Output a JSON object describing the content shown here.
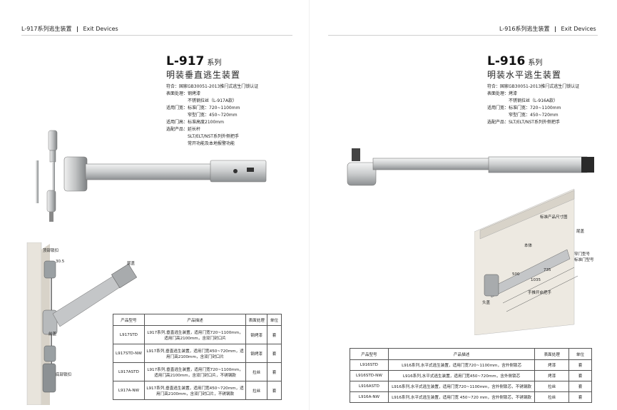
{
  "left_page": {
    "header": {
      "series": "L-917系列逃生装置",
      "separator": "|",
      "section": "Exit Devices"
    },
    "model": "L-917",
    "series_label": "系列",
    "subtitle": "明装垂直逃生装置",
    "specs": [
      "符合：国家GB30051-2013推闩式逃生门锁认证",
      "表面处理：钢烤漆",
      "　　　　　不锈钢拉丝（L-917A款）",
      "适用门宽：标准门宽：720~1100mm",
      "　　　　　窄型门宽：450~720mm",
      "适用门高：标准高度2100mm",
      "选配产品：延长杆",
      "　　　　　SLT/ELT/NST系列外侧把手",
      "　　　　　常开功能及本地报警功能"
    ],
    "diagram_labels": {
      "top_latch": "顶部锁扣",
      "dim": "30.5",
      "tail_cover": "尾盖",
      "front_cover": "前盖",
      "bottom_latch": "底部锁扣"
    },
    "table": {
      "headers": [
        "产品型号",
        "产品描述",
        "表面处理",
        "单位"
      ],
      "rows": [
        [
          "L917STD",
          "L917系列,垂直逃生装置，适用门宽720~1100mm，适用门高2100mm，含双门封口片",
          "钢烤漆",
          "套"
        ],
        [
          "L917STD-NW",
          "L917系列,垂直逃生装置，适用门宽450~720mm，适用门高2100mm，含双门封口片",
          "钢烤漆",
          "套"
        ],
        [
          "L917ASTD",
          "L917系列,垂直逃生装置，适用门宽720~1100mm，适用门高2100mm，含双门封口片，不锈钢款",
          "拉丝",
          "套"
        ],
        [
          "L917A-NW",
          "L917系列,垂直逃生装置，适用门宽450~720mm，适用门高2100mm，含双门封口片，不锈钢款",
          "拉丝",
          "套"
        ]
      ]
    }
  },
  "right_page": {
    "header": {
      "series": "L-916系列逃生装置",
      "separator": "|",
      "section": "Exit Devices"
    },
    "model": "L-916",
    "series_label": "系列",
    "subtitle": "明装水平逃生装置",
    "specs": [
      "符合：国家GB30051-2013推闩式逃生门锁认证",
      "表面处理：烤漆",
      "　　　　　不锈钢拉丝（L-916A款）",
      "适用门宽：标准门宽：720~1100mm",
      "　　　　　窄型门宽：450~720mm",
      "选配产品：SLT/ELT/NST系列外侧把手"
    ],
    "diagram_labels": {
      "std_size": "标准产品尺寸图",
      "body": "本体",
      "tail_cover": "尾盖",
      "head_cover": "头盖",
      "push_cover": "手推开启把手",
      "note1": "窄门型号",
      "note2": "标准门型号",
      "dim1": "735",
      "dim2": "1035",
      "dim3": "500"
    },
    "table": {
      "headers": [
        "产品型号",
        "产品描述",
        "表面处理",
        "单位"
      ],
      "rows": [
        [
          "L916STD",
          "L916系列,水平式逃生装置，适用门宽720~1100mm，含外侧锁芯",
          "烤漆",
          "套"
        ],
        [
          "L916STD-NW",
          "L916系列,水平式逃生装置，适用门宽450~720mm，含外侧锁芯",
          "烤漆",
          "套"
        ],
        [
          "L916ASTD",
          "L916系列,水平式逃生装置，适用门宽720~1100mm，含外侧锁芯，不锈钢款",
          "拉丝",
          "套"
        ],
        [
          "L916A-NW",
          "L916系列,水平式逃生装置，适用门宽 450~720 mm，含外侧锁芯，不锈钢款",
          "拉丝",
          "套"
        ]
      ]
    }
  },
  "colors": {
    "steel": "#c9cbcc",
    "steel_dark": "#8d9092",
    "wall": "#e8e4dc",
    "text": "#222222"
  }
}
